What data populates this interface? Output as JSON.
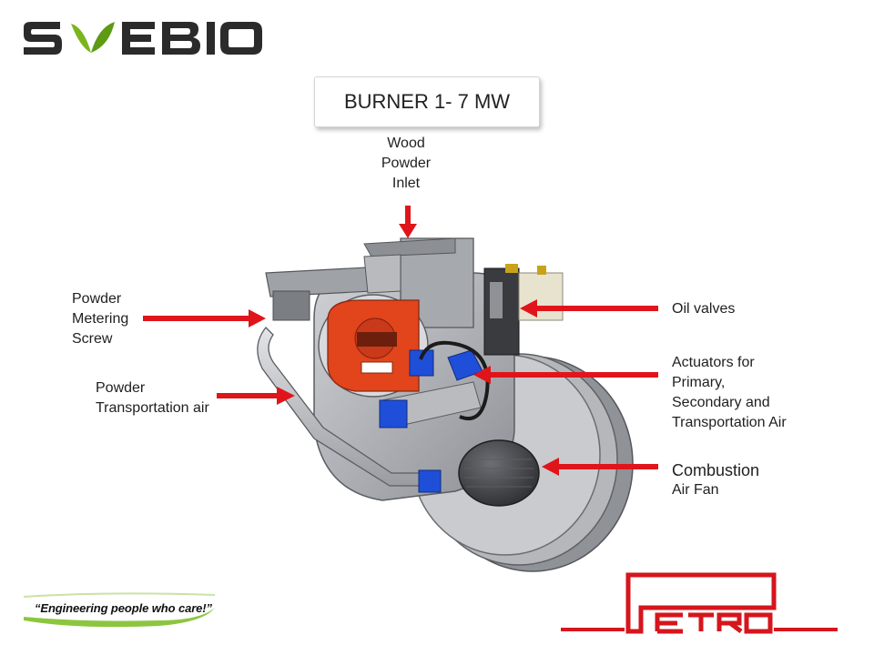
{
  "header": {
    "brand": "SVEBIO"
  },
  "title": "BURNER 1- 7 MW",
  "labels": {
    "wood_inlet": [
      "Wood",
      "Powder",
      "Inlet"
    ],
    "metering_screw": [
      "Powder",
      "Metering",
      "Screw"
    ],
    "transport_air": [
      "Powder",
      "Transportation air"
    ],
    "oil_valves": "Oil valves",
    "actuators": [
      "Actuators for",
      "Primary,",
      "Secondary and",
      "Transportation Air"
    ],
    "fan": [
      "Combustion",
      "Air Fan"
    ]
  },
  "footer": {
    "tagline": "“Engineering people who care!”",
    "petro_logo": "PETRO"
  },
  "colors": {
    "arrow": "#e0151b",
    "svebio_dark": "#2b2b2b",
    "svebio_green": "#7ab51d",
    "petro_red": "#d6151c",
    "burner_orange": "#e2441c",
    "actuator_blue": "#1f4fd8",
    "steel": "#a9abb0"
  }
}
